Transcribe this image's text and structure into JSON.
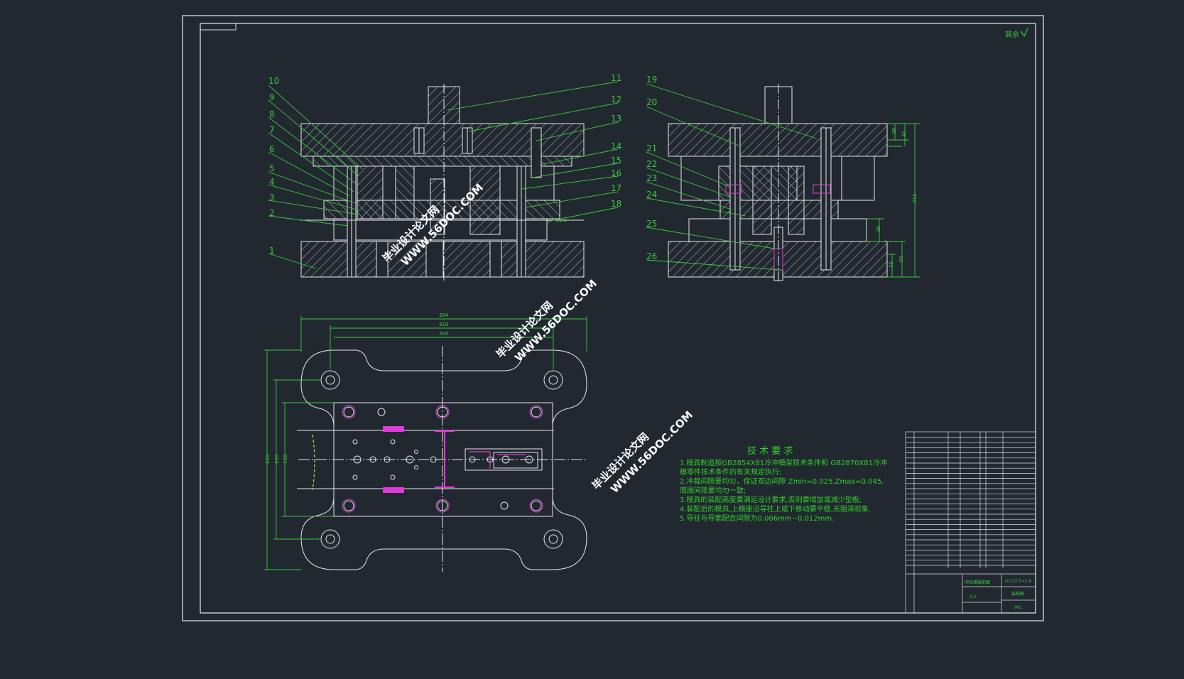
{
  "drawing": {
    "roughness_mark": "其余",
    "callouts": [
      "1",
      "2",
      "3",
      "4",
      "5",
      "6",
      "7",
      "8",
      "9",
      "10",
      "11",
      "12",
      "13",
      "14",
      "15",
      "16",
      "17",
      "18",
      "19",
      "20",
      "21",
      "22",
      "23",
      "24",
      "25",
      "26"
    ],
    "dimensions": {
      "plan_width_outer": "394",
      "plan_width_mid": "318",
      "plan_width_inner": "300",
      "plan_height_outer": "265",
      "plan_height_mid": "230",
      "plan_height_inner": "168",
      "side_total_height": "213",
      "side_top_a": "38",
      "side_top_b": "45",
      "side_mid": "38",
      "side_bot_a": "35",
      "side_bot_b": "50",
      "front_small": "14.4"
    }
  },
  "tech_requirements": {
    "title": "技 术 要 求",
    "lines": [
      "1.模具制造按GB2854X81冷冲模架技术条件和 GB2870X81冷冲",
      "模零件技术条件的有关规定执行;",
      "2.冲裁间隙要均匀，保证双边间隙 Zmin=0.025,Zmax=0.045,",
      "周围间隙要均匀一致;",
      "3.模具的装配高度要满足设计要求,否则要增加或减少垫板;",
      "4.装配后的模具,上模座沿导柱上或下移动要平稳,无阻滞现象.",
      "5.导柱与导套配合间隙为0.006mm~0.012mm."
    ]
  },
  "title_block": {
    "drawing_name": "冲压模装配图",
    "scale": "1:1",
    "sheet": "001",
    "part_no": "1Cr13 T=1.4",
    "type": "装配图"
  },
  "watermarks": {
    "site": "WWW.56DOC.COM",
    "brand": "毕业设计论文网"
  },
  "colors": {
    "background": "#212830",
    "frame": "#d8dde0",
    "geometry": "#e6e9eb",
    "callout": "#3ec83e",
    "text": "#32d02a",
    "highlight": "#e23ad8",
    "watermark": "#ffffff"
  }
}
